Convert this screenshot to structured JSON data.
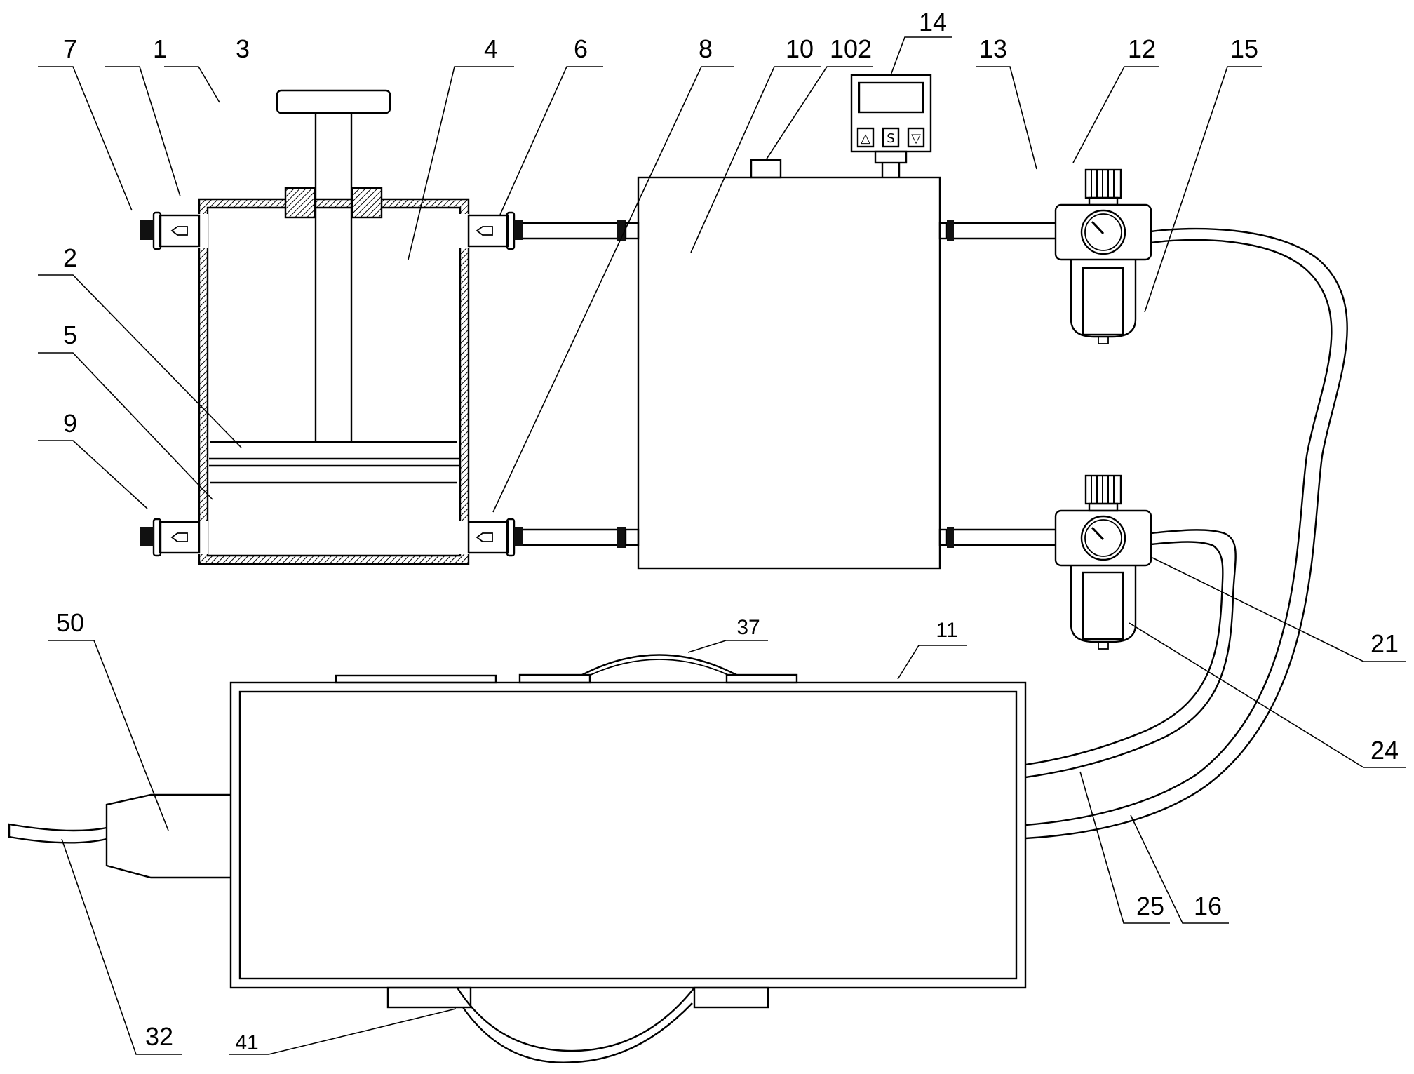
{
  "figure": {
    "type": "patent technical drawing",
    "colors": {
      "line": "#000000",
      "background": "#ffffff"
    }
  },
  "labels": {
    "l7": "7",
    "l1": "1",
    "l3": "3",
    "l4": "4",
    "l6": "6",
    "l8": "8",
    "l10": "10",
    "l102": "102",
    "l14": "14",
    "l13": "13",
    "l12": "12",
    "l15": "15",
    "l2": "2",
    "l5": "5",
    "l9": "9",
    "l50": "50",
    "l37": "37",
    "l11": "11",
    "l21": "21",
    "l24": "24",
    "l25": "25",
    "l16": "16",
    "l32": "32",
    "l41": "41"
  },
  "controller": {
    "buttons": [
      "△",
      "S",
      "▽"
    ],
    "icons": [
      "up-arrow-icon",
      "set-icon",
      "down-arrow-icon"
    ]
  }
}
